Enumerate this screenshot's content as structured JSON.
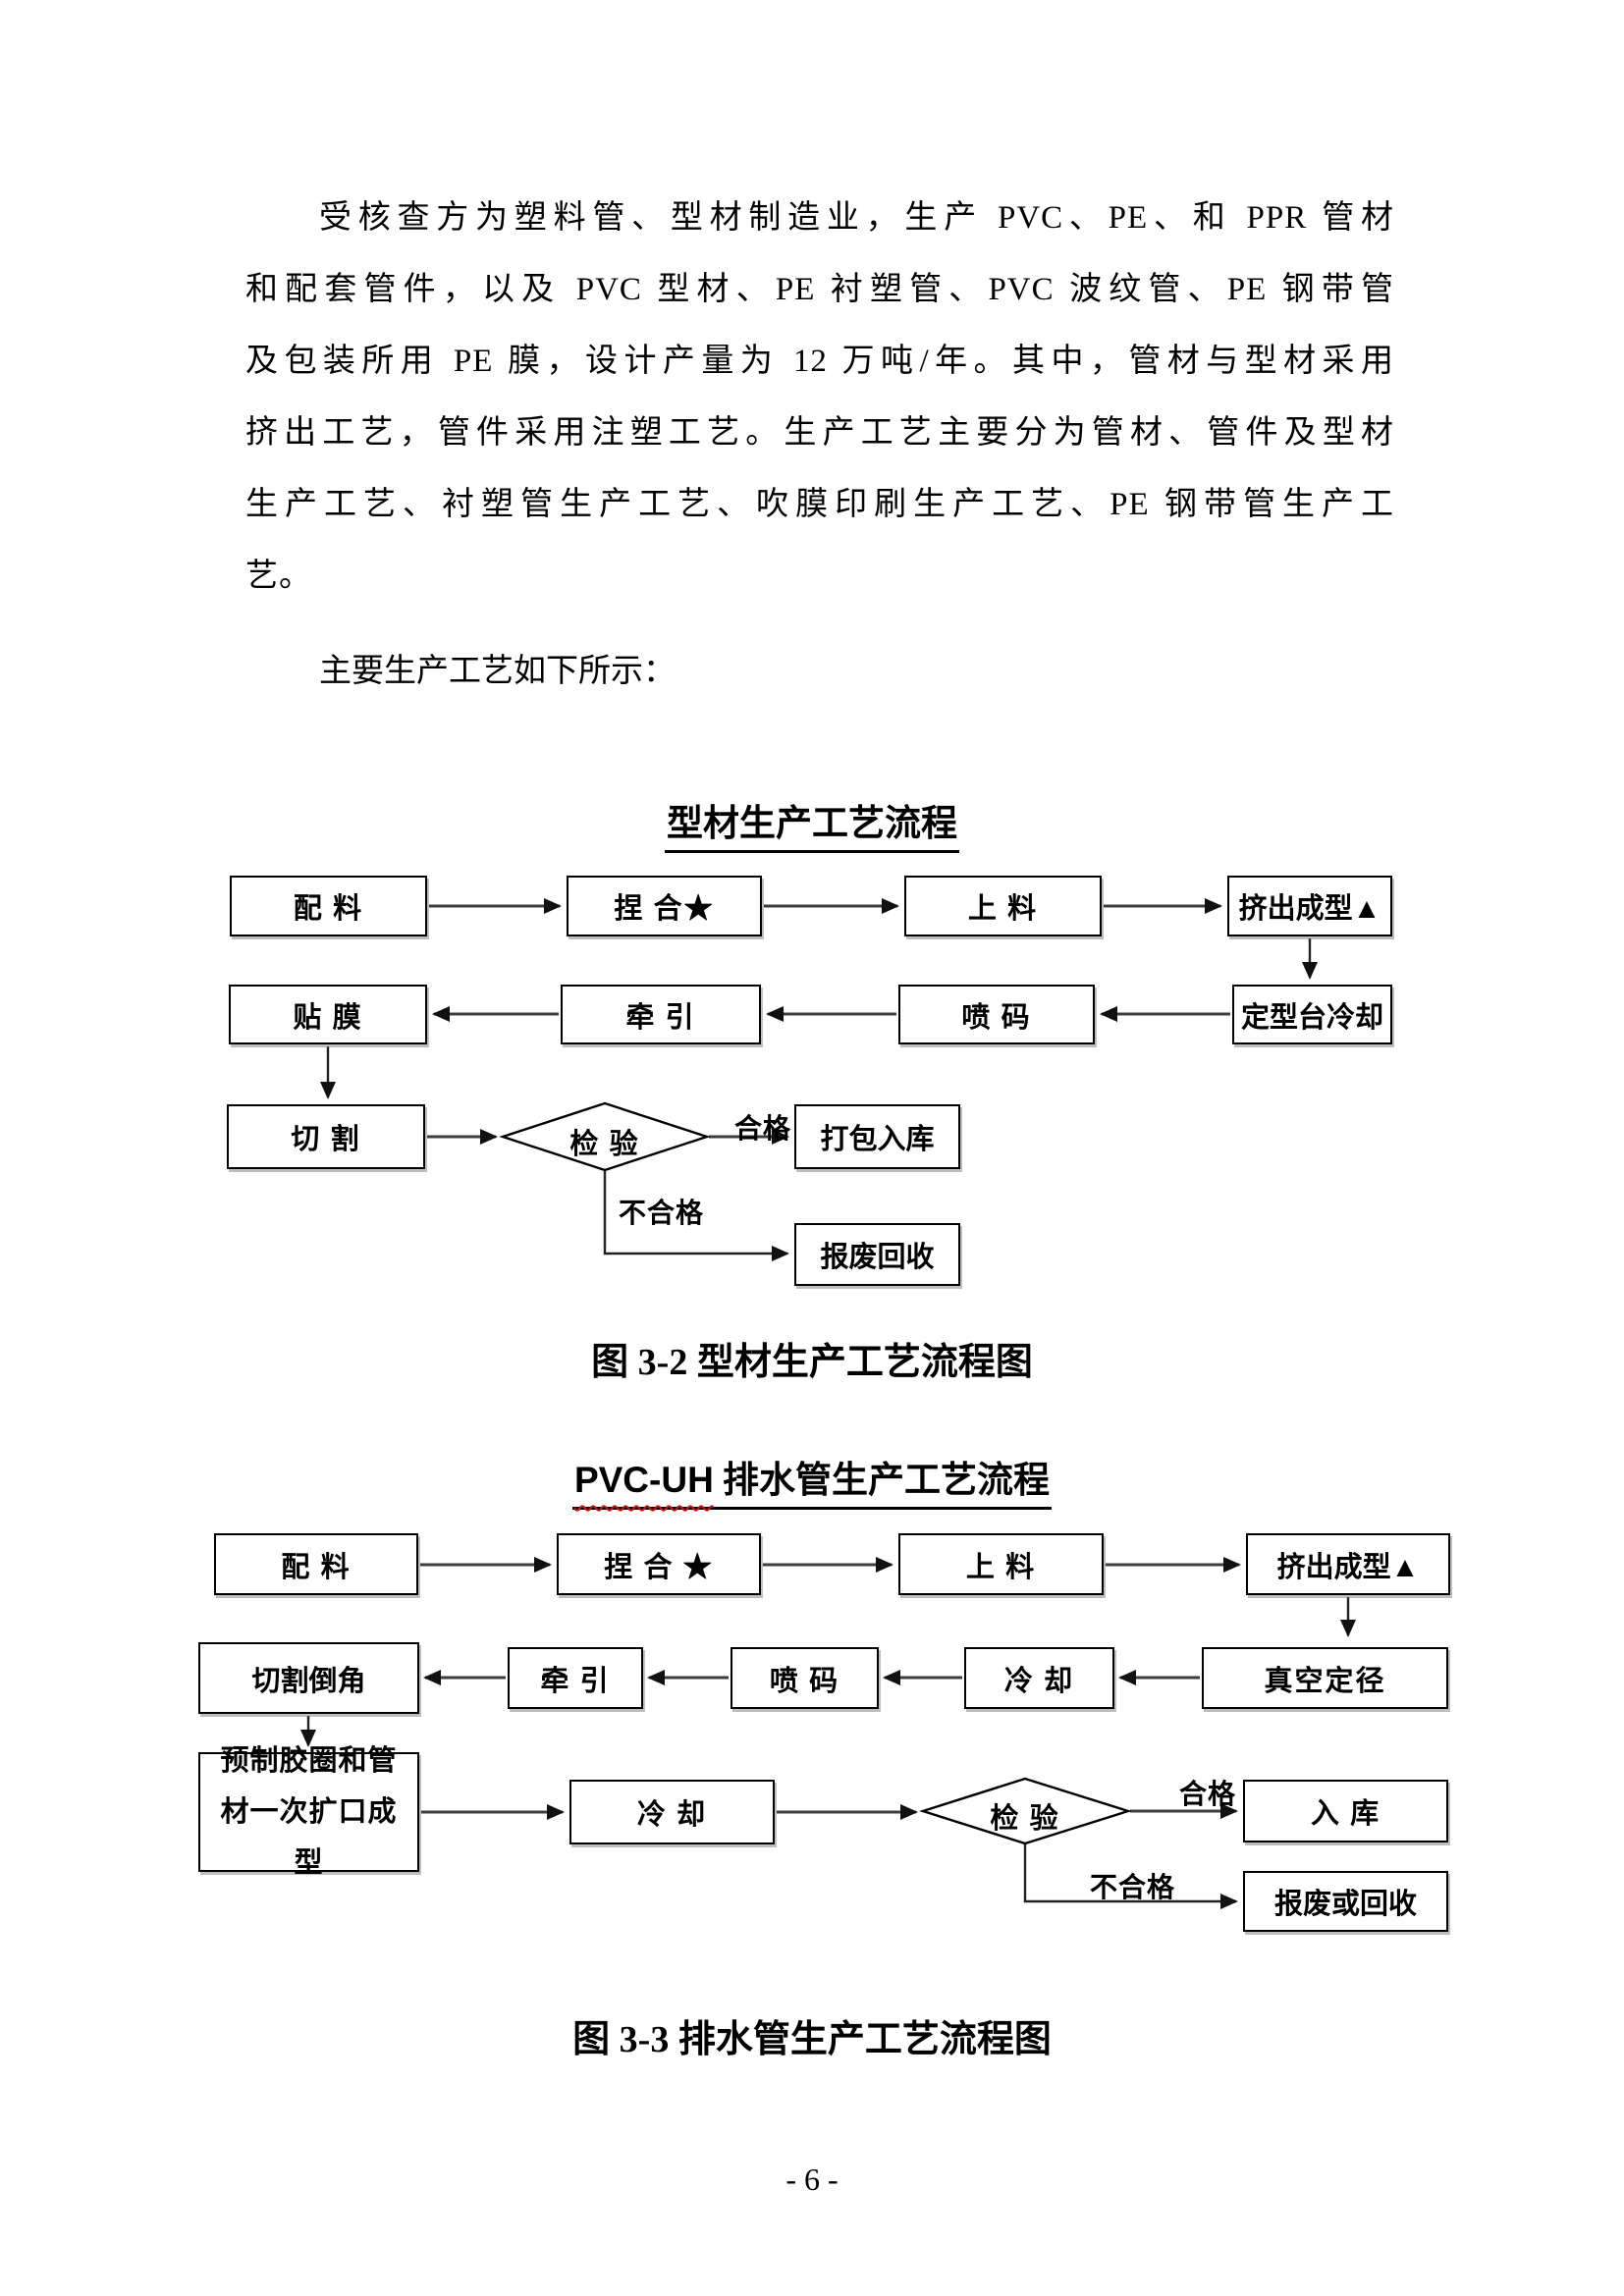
{
  "intro": {
    "lines": [
      "受核查方为塑料管、型材制造业，生产 PVC、PE、和 PPR 管材",
      "和配套管件，以及 PVC 型材、PE 衬塑管、PVC 波纹管、PE 钢带管",
      "及包装所用 PE 膜，设计产量为 12 万吨/年。其中，管材与型材采用",
      "挤出工艺，管件采用注塑工艺。生产工艺主要分为管材、管件及型材",
      "生产工艺、衬塑管生产工艺、吹膜印刷生产工艺、PE 钢带管生产工",
      "艺。"
    ],
    "para2": "主要生产工艺如下所示："
  },
  "chart1": {
    "title": "型材生产工艺流程",
    "caption": "图 3-2 型材生产工艺流程图",
    "nodes": {
      "n1": "配 料",
      "n2": "捏 合★",
      "n3": "上 料",
      "n4": "挤出成型▲",
      "n5": "贴 膜",
      "n6": "牵 引",
      "n7": "喷 码",
      "n8": "定型台冷却",
      "n9": "切 割",
      "d1": "检 验",
      "n10": "打包入库",
      "n11": "报废回收"
    },
    "labels": {
      "pass": "合格",
      "fail": "不合格"
    }
  },
  "chart2": {
    "title_prefix": "PVC-UH",
    "title_rest": " 排水管生产工艺流程",
    "caption": "图 3-3 排水管生产工艺流程图",
    "nodes": {
      "n1": "配 料",
      "n2": "捏 合 ★",
      "n3": "上 料",
      "n4": "挤出成型▲",
      "n5": "切割倒角",
      "n6": "牵 引",
      "n7": "喷 码",
      "n8": "冷 却",
      "n9": "真空定径",
      "n10": "预制胶圈和管材一次扩口成型",
      "n11": "冷 却",
      "d1": "检 验",
      "n12": "入 库",
      "n13": "报废或回收"
    },
    "labels": {
      "pass": "合格",
      "fail": "不合格"
    }
  },
  "footer": {
    "page_number": "- 6 -"
  }
}
